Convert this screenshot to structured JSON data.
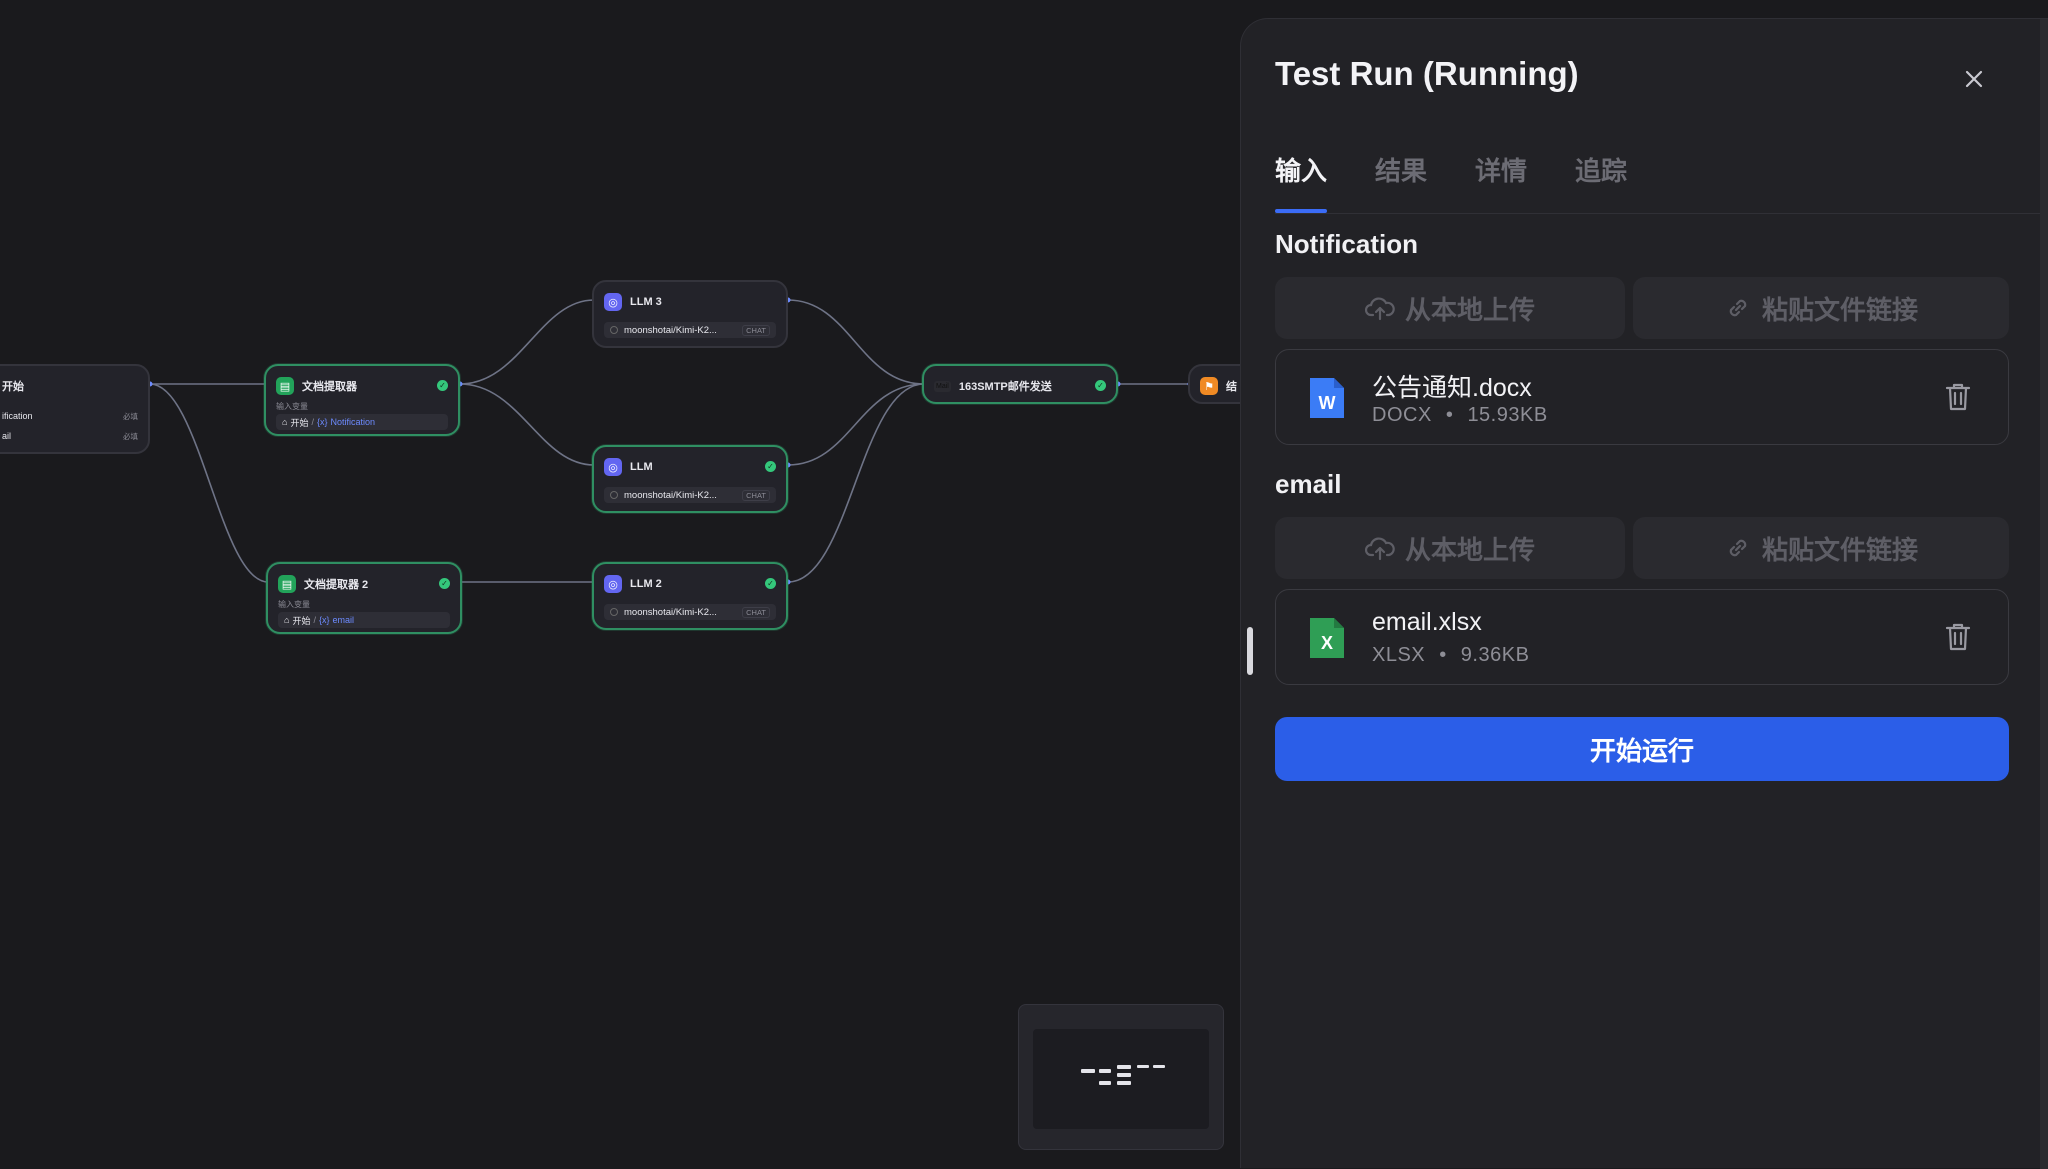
{
  "panel": {
    "title": "Test Run (Running)",
    "tabs": [
      {
        "label": "输入",
        "active": true
      },
      {
        "label": "结果"
      },
      {
        "label": "详情"
      },
      {
        "label": "追踪"
      }
    ],
    "upload_local_label": "从本地上传",
    "paste_link_label": "粘贴文件链接",
    "inputs": [
      {
        "label": "Notification",
        "file": {
          "name": "公告通知.docx",
          "type": "DOCX",
          "size": "15.93KB",
          "icon": "word-file-icon"
        }
      },
      {
        "label": "email",
        "file": {
          "name": "email.xlsx",
          "type": "XLSX",
          "size": "9.36KB",
          "icon": "excel-file-icon"
        }
      }
    ],
    "meta_separator": "•",
    "run_button_label": "开始运行",
    "accent_color": "#2b5ee8"
  },
  "canvas": {
    "start_node": {
      "title": "开始",
      "rows": [
        {
          "label": "ification",
          "required": "必填"
        },
        {
          "label": "ail",
          "required": "必填"
        }
      ]
    },
    "extractor_1": {
      "title": "文档提取器",
      "var_caption": "输入变量",
      "source": "开始",
      "var_prefix": "{x}",
      "var": "Notification"
    },
    "extractor_2": {
      "title": "文档提取器 2",
      "var_caption": "输入变量",
      "source": "开始",
      "var_prefix": "{x}",
      "var": "email"
    },
    "llm_3": {
      "title": "LLM 3",
      "model": "moonshotai/Kimi-K2...",
      "mode": "CHAT"
    },
    "llm": {
      "title": "LLM",
      "model": "moonshotai/Kimi-K2...",
      "mode": "CHAT"
    },
    "llm_2": {
      "title": "LLM 2",
      "model": "moonshotai/Kimi-K2...",
      "mode": "CHAT"
    },
    "mail_node": {
      "title": "163SMTP邮件发送",
      "icon_text": "Mail"
    },
    "end_node": {
      "title": "结"
    },
    "status_color": "#34c77b"
  }
}
